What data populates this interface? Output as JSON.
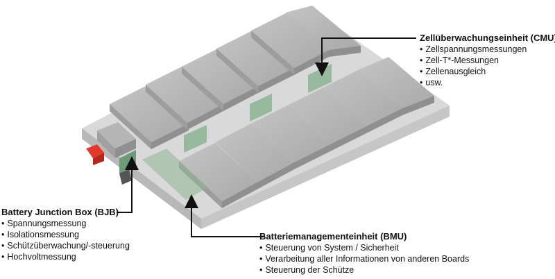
{
  "colors": {
    "cell_top": "#b8b8b8",
    "cell_side": "#9a9a9a",
    "tray": "#d8d8d8",
    "tray_side": "#b5b5b5",
    "board_green": "#8fb596",
    "connector_red": "#e0392a",
    "connector_dark": "#555555",
    "callout_line": "#111111"
  },
  "labels": {
    "cmu": {
      "title": "Zellüberwachungseinheit (CMU)",
      "items": [
        "Zellspannungsmessungen",
        "Zell-T*-Messungen",
        "Zellenausgleich",
        "usw."
      ]
    },
    "bjb": {
      "title": "Battery Junction Box (BJB)",
      "items": [
        "Spannungsmessung",
        "Isolationsmessung",
        "Schützüberwachung/-steuerung",
        "Hochvoltmessung"
      ]
    },
    "bmu": {
      "title": "Batteriemanagementeinheit (BMU)",
      "items": [
        "Steuerung von System / Sicherheit",
        "Verarbeitung aller Informationen von anderen Boards",
        "Steuerung der Schütze"
      ]
    }
  }
}
